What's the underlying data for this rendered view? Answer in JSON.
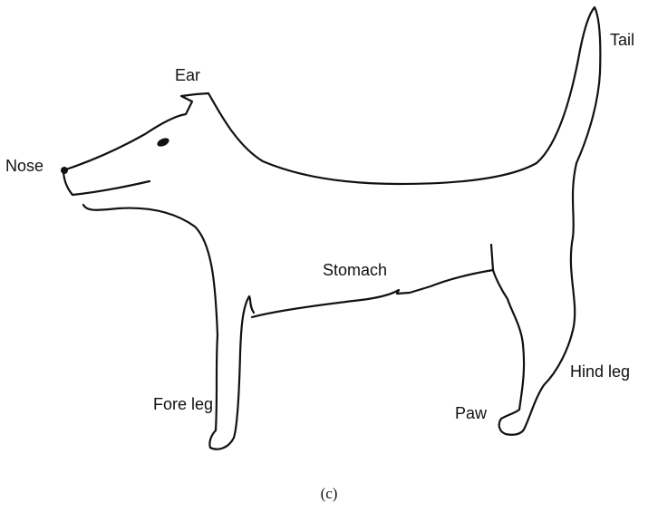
{
  "figure": {
    "labels": {
      "ear": "Ear",
      "tail": "Tail",
      "nose": "Nose",
      "stomach": "Stomach",
      "fore_leg": "Fore leg",
      "hind_leg": "Hind leg",
      "paw": "Paw"
    },
    "caption": "(c)"
  }
}
